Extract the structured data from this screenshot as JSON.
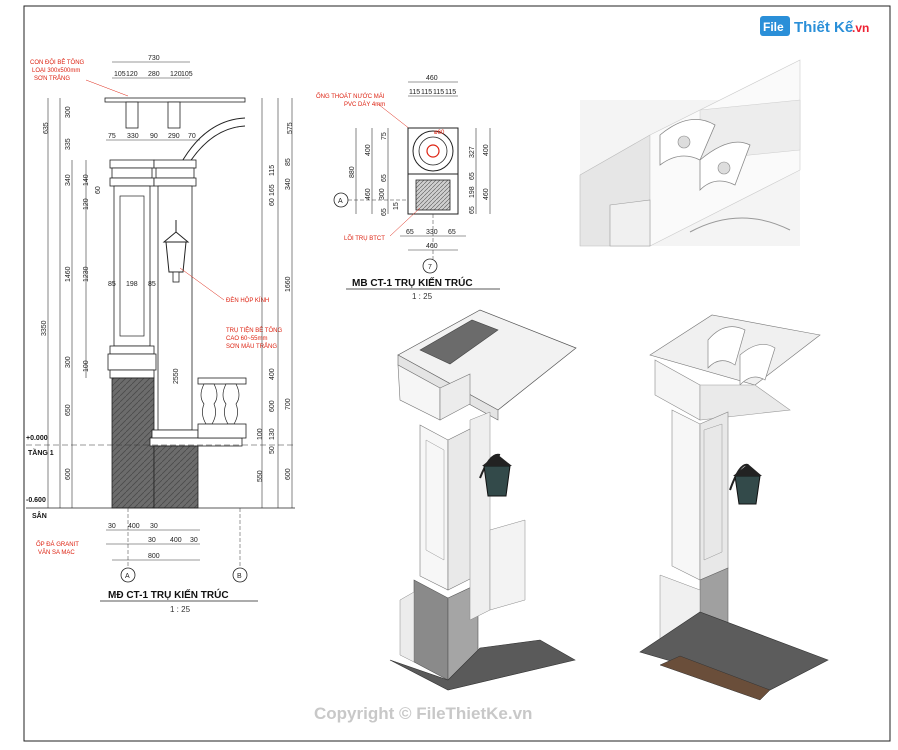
{
  "logo": {
    "file": "File",
    "brand": "Thiết Kế",
    "domain": ".vn"
  },
  "watermark": "Copyright © FileThietKe.vn",
  "elevation": {
    "title": "MĐ CT-1 TRỤ KIẾN TRÚC",
    "scale": "1 : 25",
    "note_cornice": [
      "CON ĐỘI BÊ TÔNG",
      "LOẠI 300x500mm",
      "SƠN TRẮNG"
    ],
    "note_lamp": "ĐÈN HỘP KÍNH",
    "note_post": [
      "TRỤ TIỆN BÊ TÔNG",
      "CAO 60~55mm",
      "SƠN MÀU TRẮNG"
    ],
    "note_granite": [
      "ỐP ĐÁ GRANIT",
      "VÂN SA MẠC"
    ],
    "level_0": "+0.000",
    "level_0_name": "TẦNG 1",
    "level_1": "-0.600",
    "level_1_name": "SÂN",
    "axis_a": "A",
    "axis_b": "B",
    "dims_top": [
      "730",
      "105",
      "120",
      "280",
      "120",
      "105",
      "75",
      "330",
      "90",
      "290",
      "70"
    ],
    "dims_left": [
      "635",
      "300",
      "335",
      "340",
      "1460",
      "3350",
      "650",
      "600",
      "1230",
      "198",
      "85",
      "85",
      "120",
      "140",
      "60",
      "100",
      "300"
    ],
    "dims_right": [
      "575",
      "115",
      "85",
      "165",
      "340",
      "60",
      "1660",
      "700",
      "600",
      "550",
      "130",
      "100",
      "50",
      "600",
      "400",
      "2550"
    ],
    "dims_bottom": [
      "30",
      "400",
      "30",
      "30",
      "400",
      "30",
      "800"
    ]
  },
  "plan": {
    "title": "MB CT-1 TRỤ KIẾN TRÚC",
    "scale": "1 : 25",
    "note_drain": [
      "ỐNG THOÁT NƯỚC MÁI",
      "PVC DÀY 4mm"
    ],
    "note_core": "LÕI TRỤ BTCT",
    "axis_a": "A",
    "axis_7": "7",
    "dims_top": [
      "460",
      "115",
      "115",
      "115",
      "115"
    ],
    "dims_bottom": [
      "65",
      "330",
      "65",
      "460"
    ],
    "dims_left": [
      "400",
      "300",
      "460",
      "880",
      "75",
      "65",
      "15",
      "65"
    ],
    "dims_right": [
      "400",
      "198",
      "460",
      "327",
      "65",
      "65"
    ],
    "dim_pipe": "ø60"
  }
}
